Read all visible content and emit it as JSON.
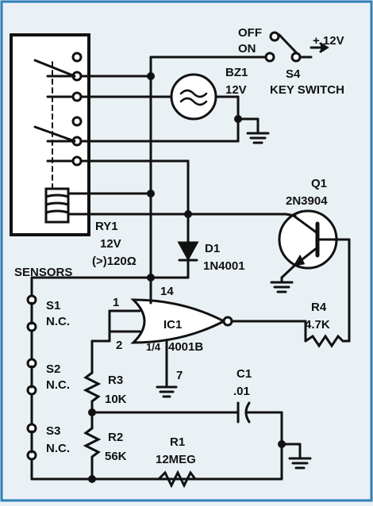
{
  "colors": {
    "background": "#eaf1f4",
    "panel": "#ffffff",
    "ink": "#111111",
    "frame": "#2f7fb6"
  },
  "switch": {
    "off": "OFF",
    "on": "ON",
    "supply": "+ 12V",
    "ref": "S4",
    "name": "KEY SWITCH"
  },
  "buzzer": {
    "ref": "BZ1",
    "value": "12V"
  },
  "transistor": {
    "ref": "Q1",
    "part": "2N3904"
  },
  "relay": {
    "ref": "RY1",
    "voltage": "12V",
    "resistance": "(>)120Ω"
  },
  "diode": {
    "ref": "D1",
    "part": "1N4001"
  },
  "sensors": {
    "title": "SENSORS",
    "s1": "S1",
    "s1_type": "N.C.",
    "s2": "S2",
    "s2_type": "N.C.",
    "s3": "S3",
    "s3_type": "N.C."
  },
  "ic": {
    "ref": "IC1",
    "fraction": "1/4",
    "part": "4001B",
    "pin1": "1",
    "pin2": "2",
    "pin7": "7",
    "pin14": "14"
  },
  "r4": {
    "ref": "R4",
    "value": "4.7K"
  },
  "r3": {
    "ref": "R3",
    "value": "10K"
  },
  "r2": {
    "ref": "R2",
    "value": "56K"
  },
  "r1": {
    "ref": "R1",
    "value": "12MEG"
  },
  "c1": {
    "ref": "C1",
    "value": ".01"
  }
}
